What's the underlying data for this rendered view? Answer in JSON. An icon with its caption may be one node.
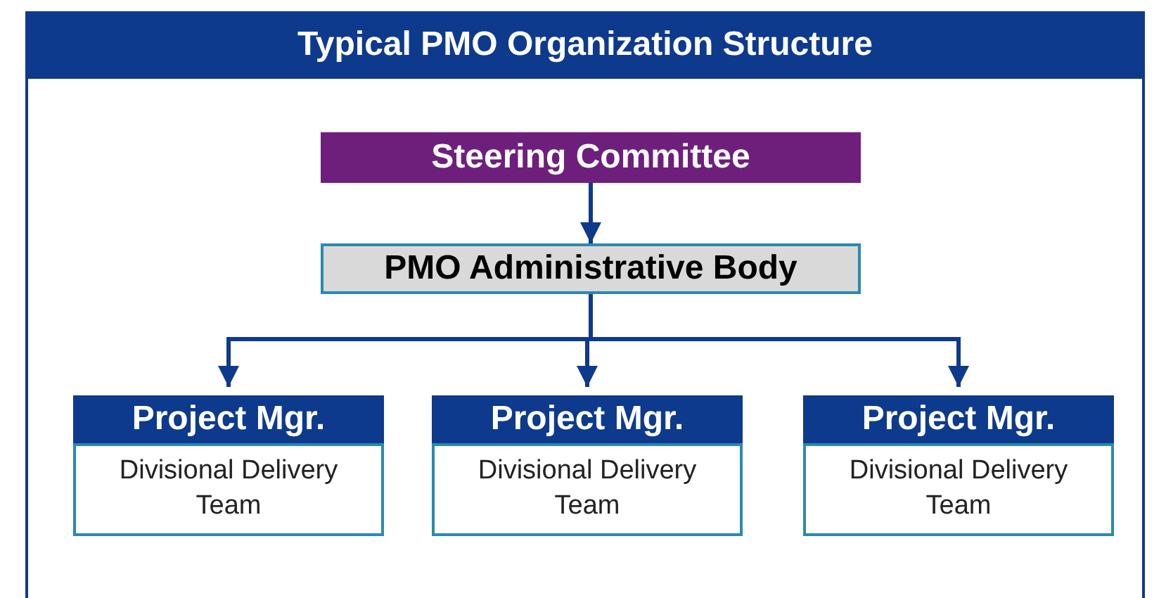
{
  "diagram": {
    "title": "Typical PMO Organization Structure",
    "nodes": [
      {
        "text": [
          "Steering Committee"
        ]
      },
      {
        "text": [
          "PMO Administrative Body"
        ]
      },
      {
        "text": [
          "Project Mgr.",
          "Divisional Delivery Team"
        ]
      },
      {
        "text": [
          "Project Mgr.",
          "Divisional Delivery Team"
        ]
      },
      {
        "text": [
          "Project Mgr.",
          "Divisional Delivery Team"
        ]
      }
    ],
    "edges": [
      {
        "from": 0,
        "to": 1,
        "arrow": "to"
      },
      {
        "from": 1,
        "to": 2,
        "arrow": "to"
      },
      {
        "from": 1,
        "to": 3,
        "arrow": "to"
      },
      {
        "from": 1,
        "to": 4,
        "arrow": "to"
      }
    ]
  }
}
